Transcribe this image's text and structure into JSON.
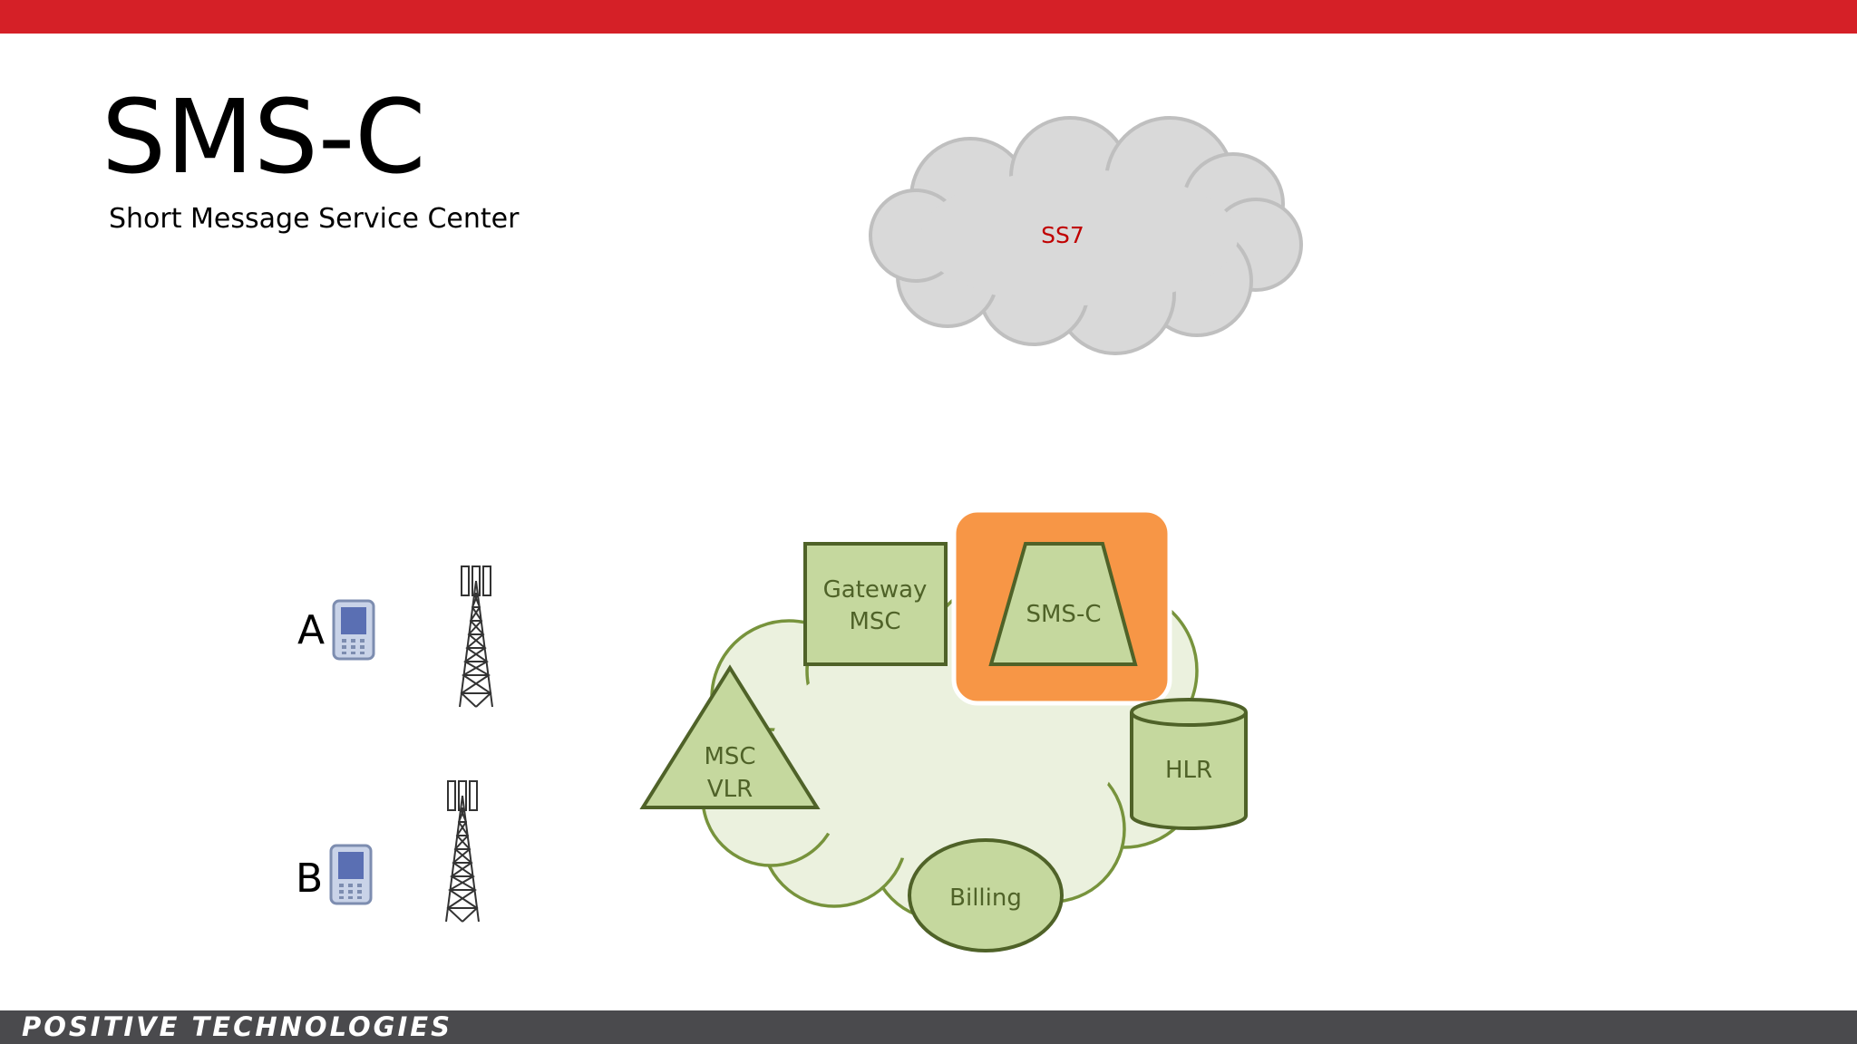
{
  "slide": {
    "title": "SMS-C",
    "subtitle": "Short Message Service Center"
  },
  "diagram": {
    "ss7_cloud_label": "SS7",
    "phone_a_label": "A",
    "phone_b_label": "B",
    "gateway_msc_line1": "Gateway",
    "gateway_msc_line2": "MSC",
    "smsc_label": "SMS-C",
    "msc_vlr_line1": "MSC",
    "msc_vlr_line2": "VLR",
    "hlr_label": "HLR",
    "billing_label": "Billing",
    "phone_icon": "mobile-phone-icon",
    "tower_icon": "cell-tower-icon"
  },
  "footer": {
    "brand": "POSITIVE TECHNOLOGIES"
  },
  "colors": {
    "top_bar": "#d52027",
    "bottom_bar": "#4a4a4d",
    "node_fill": "#c5d89e",
    "node_stroke": "#4f6228",
    "network_cloud_fill": "#ebf1de",
    "network_cloud_stroke": "#77933c",
    "highlight": "#f79646",
    "ss7_cloud_fill": "#d9d9d9",
    "ss7_label": "#c00000"
  }
}
